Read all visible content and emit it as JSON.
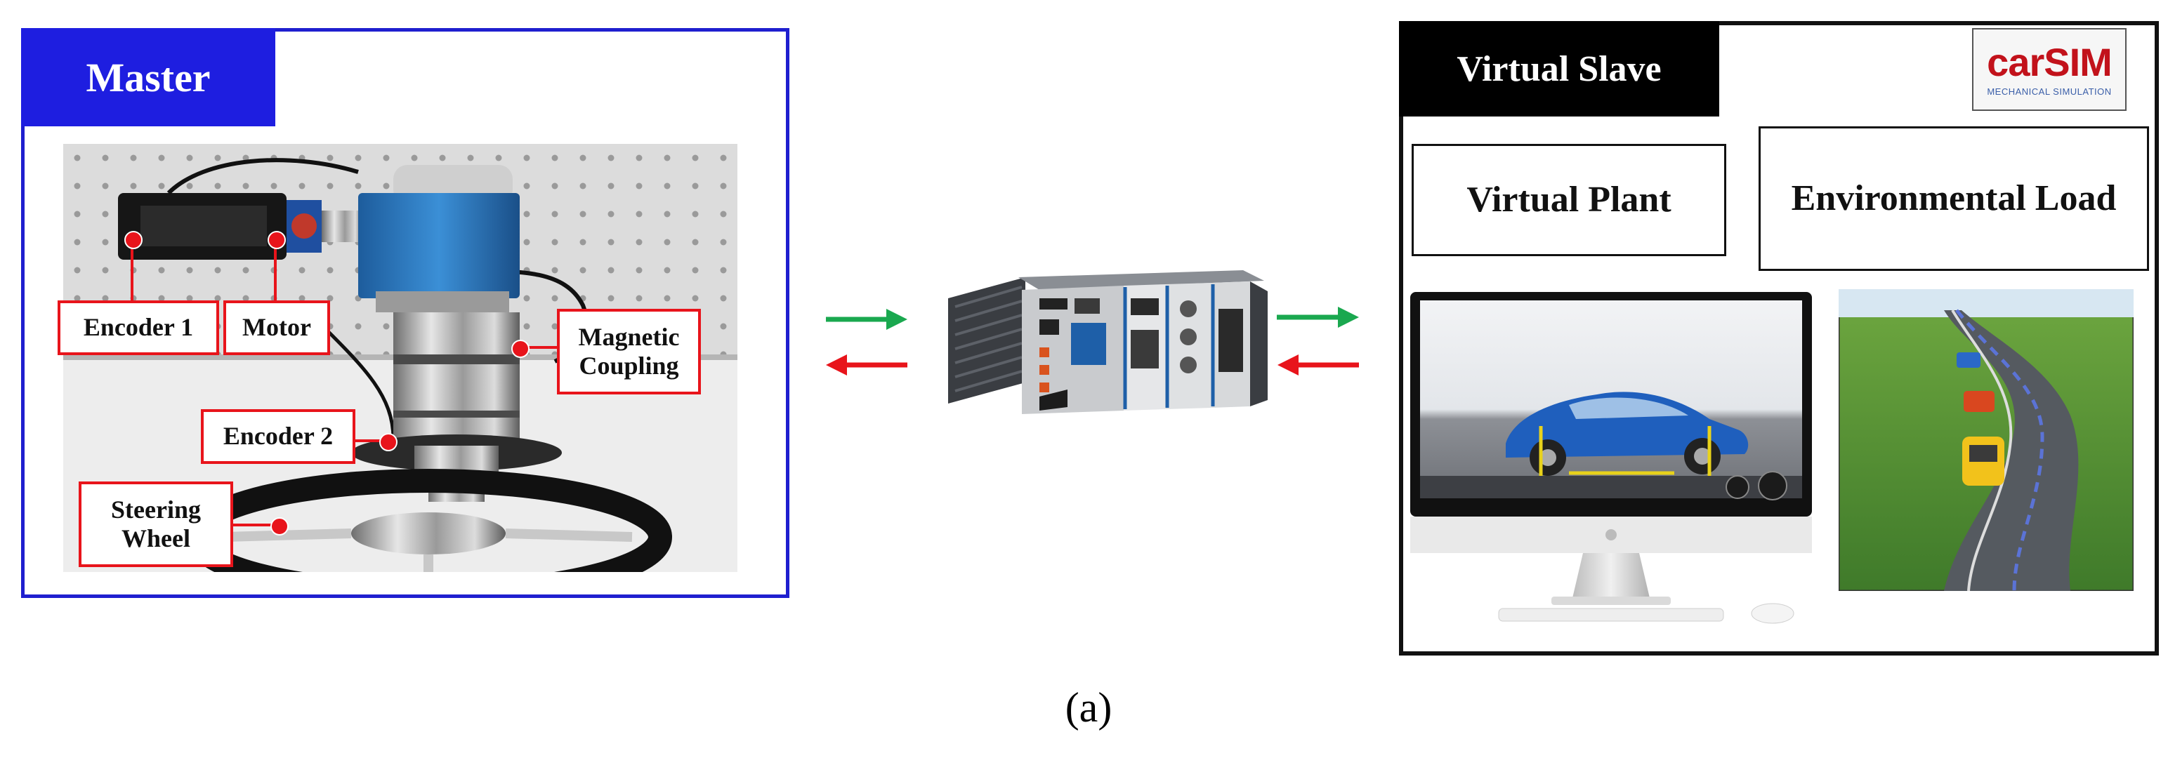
{
  "master": {
    "title": "Master",
    "callouts": {
      "encoder1": "Encoder 1",
      "motor": "Motor",
      "magnetic_coupling": "Magnetic Coupling",
      "encoder2": "Encoder 2",
      "steering_wheel": "Steering Wheel"
    }
  },
  "slave": {
    "title": "Virtual Slave",
    "logo_text": "carSIM",
    "logo_sub": "MECHANICAL SIMULATION",
    "box_plant": "Virtual Plant",
    "box_env": "Environmental Load"
  },
  "caption": "(a)",
  "colors": {
    "master_border": "#1f1fcf",
    "master_title_bg": "#1e1ee0",
    "slave_title_bg": "#000000",
    "callout_red": "#e8141b",
    "arrow_green": "#1aa84f",
    "arrow_red": "#e8141b"
  }
}
